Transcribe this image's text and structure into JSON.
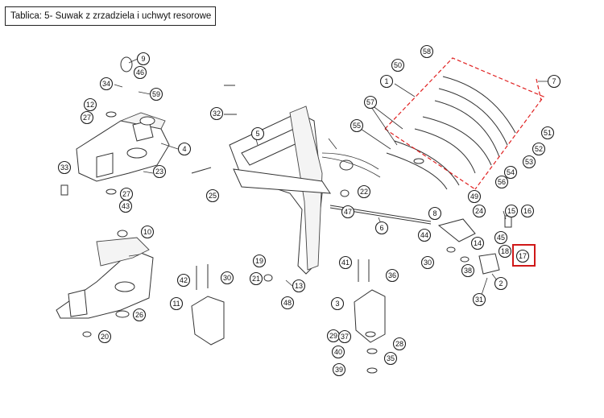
{
  "title": "Tablica: 5- Suwak z zrzadziela i uchwyt resorowe",
  "colors": {
    "highlight": "#d01818",
    "line": "#333333"
  },
  "highlighted_part": "17",
  "callouts": [
    "1",
    "2",
    "3",
    "4",
    "5",
    "6",
    "7",
    "8",
    "9",
    "10",
    "11",
    "12",
    "13",
    "14",
    "15",
    "16",
    "17",
    "18",
    "19",
    "20",
    "21",
    "22",
    "23",
    "24",
    "25",
    "26",
    "27",
    "27",
    "28",
    "29",
    "30",
    "30",
    "31",
    "32",
    "33",
    "34",
    "35",
    "36",
    "37",
    "38",
    "39",
    "40",
    "41",
    "42",
    "43",
    "44",
    "45",
    "46",
    "47",
    "48",
    "49",
    "50",
    "51",
    "52",
    "53",
    "54",
    "55",
    "56",
    "57",
    "58",
    "59"
  ]
}
